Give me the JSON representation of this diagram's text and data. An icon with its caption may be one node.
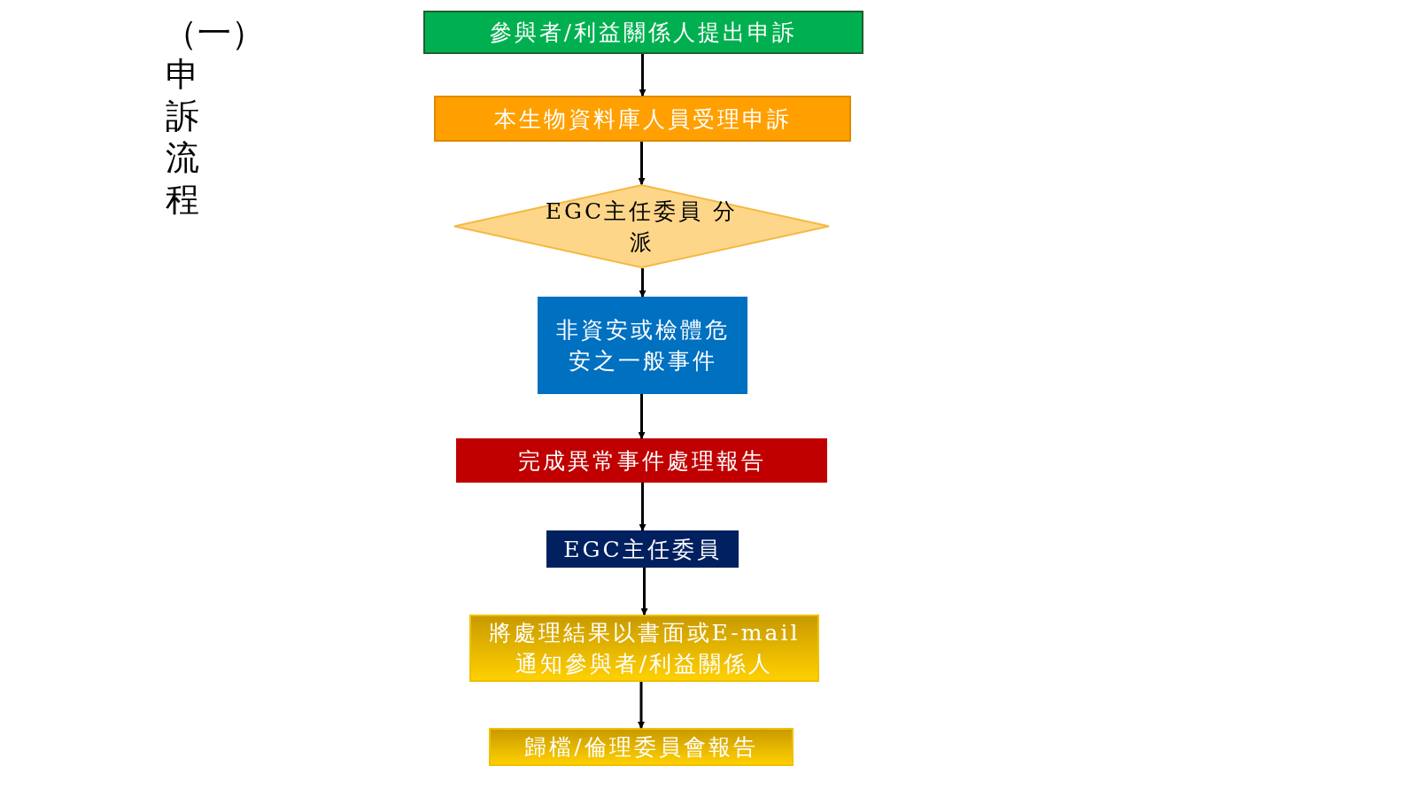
{
  "diagram": {
    "title": "（一）申訴流程",
    "nodes": [
      {
        "text": [
          "參與者/利益關係人提出申訴"
        ]
      },
      {
        "text": [
          "本生物資料庫人員受理申訴"
        ]
      },
      {
        "text": [
          "EGC主任委員 分派"
        ]
      },
      {
        "text": [
          "非資安或檢體危安之一般事件"
        ]
      },
      {
        "text": [
          "完成異常事件處理報告"
        ]
      },
      {
        "text": [
          "EGC主任委員"
        ]
      },
      {
        "text": [
          "將處理結果以書面或E-mail通知參與者/利益關係人"
        ]
      },
      {
        "text": [
          "歸檔/倫理委員會報告"
        ]
      }
    ],
    "edges": [
      {
        "from": 0,
        "to": 1,
        "arrow": "to"
      },
      {
        "from": 1,
        "to": 2,
        "arrow": "to"
      },
      {
        "from": 2,
        "to": 3,
        "arrow": "to"
      },
      {
        "from": 3,
        "to": 4,
        "arrow": "to"
      },
      {
        "from": 4,
        "to": 5,
        "arrow": "to"
      },
      {
        "from": 5,
        "to": 6,
        "arrow": "to"
      },
      {
        "from": 6,
        "to": 7,
        "arrow": "to"
      }
    ]
  }
}
